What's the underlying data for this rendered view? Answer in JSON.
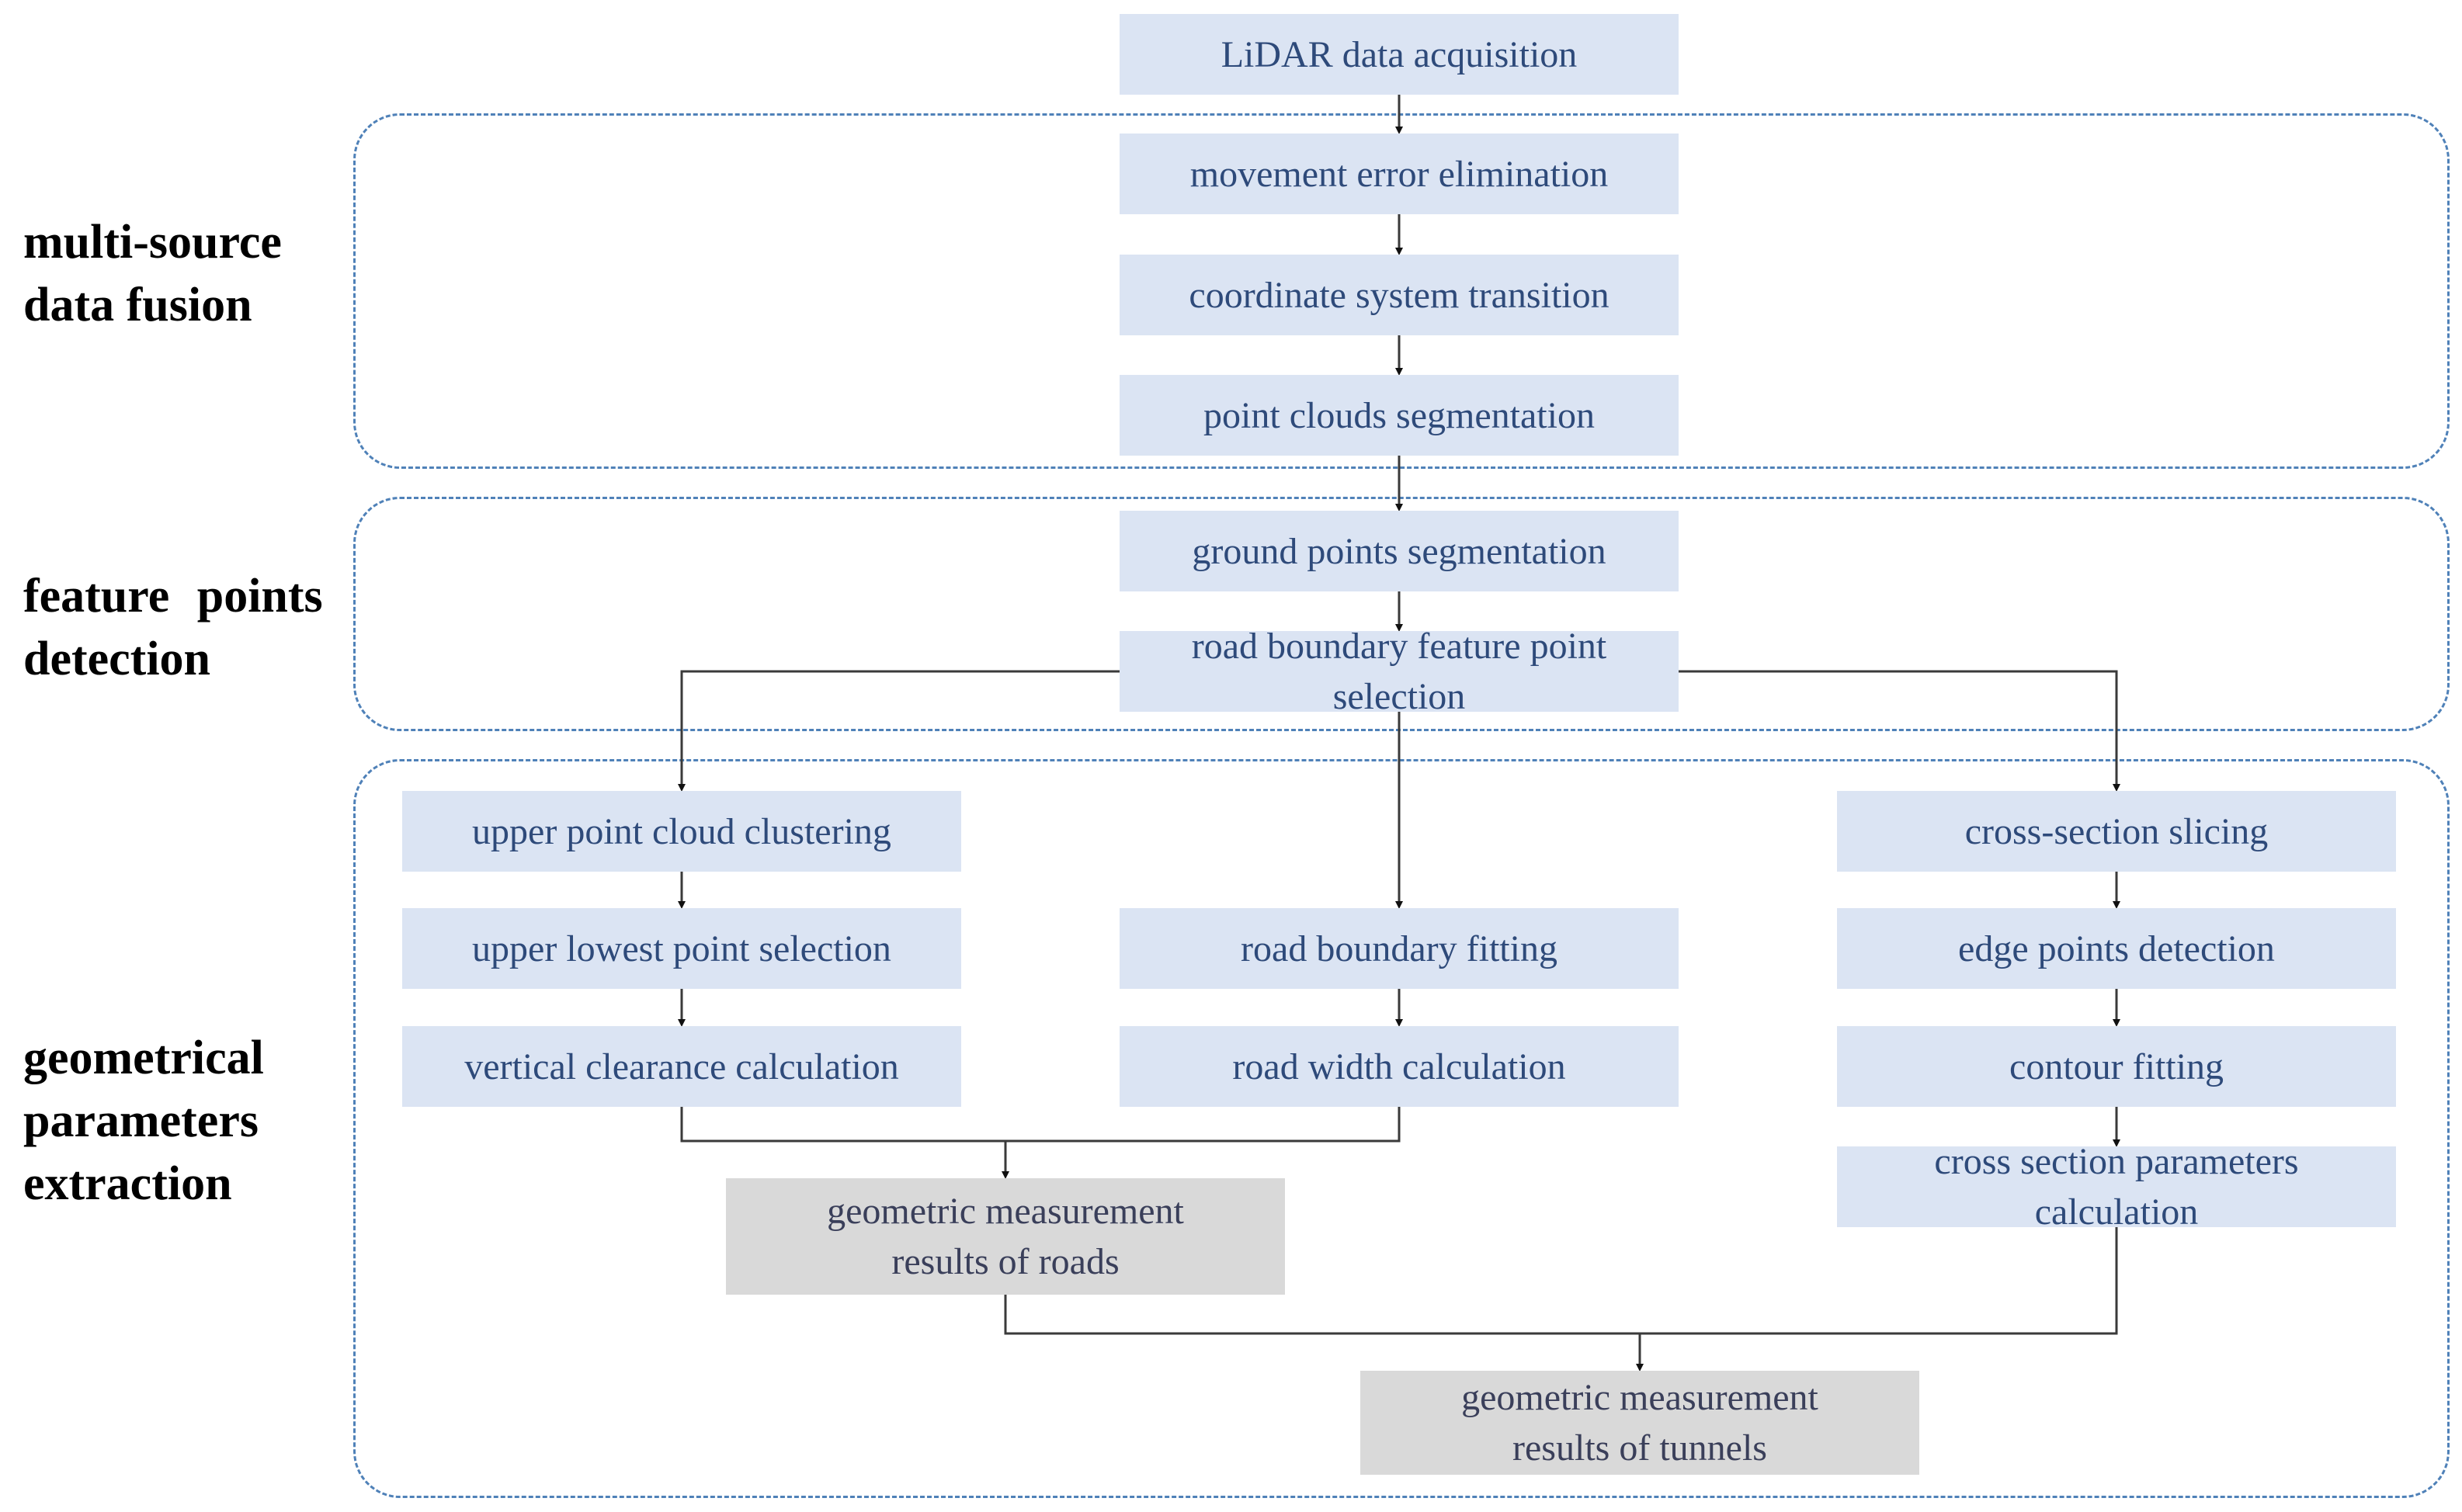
{
  "stages": {
    "fusion": "multi-source\ndata fusion",
    "detection": "feature points\ndetection",
    "extraction": "geometrical\nparameters\nextraction"
  },
  "nodes": {
    "lidar": "LiDAR data acquisition",
    "movement": "movement error elimination",
    "coordinate": "coordinate system transition",
    "segmentation": "point clouds segmentation",
    "ground": "ground points segmentation",
    "boundary_feature": "road boundary feature point selection",
    "upper_cluster": "upper point cloud clustering",
    "upper_lowest": "upper lowest point selection",
    "clearance": "vertical clearance calculation",
    "boundary_fit": "road boundary fitting",
    "road_width": "road width calculation",
    "slicing": "cross-section slicing",
    "edge": "edge points detection",
    "contour": "contour fitting",
    "cross_params": "cross section parameters calculation",
    "road_results": "geometric measurement results of roads",
    "tunnel_results": "geometric measurement results of tunnels"
  },
  "colors": {
    "box_fill": "#dbe4f3",
    "result_fill": "#d9d9d9",
    "box_text": "#2e4a7a",
    "group_border": "#4f81b8",
    "connector": "#3a3a3a"
  }
}
